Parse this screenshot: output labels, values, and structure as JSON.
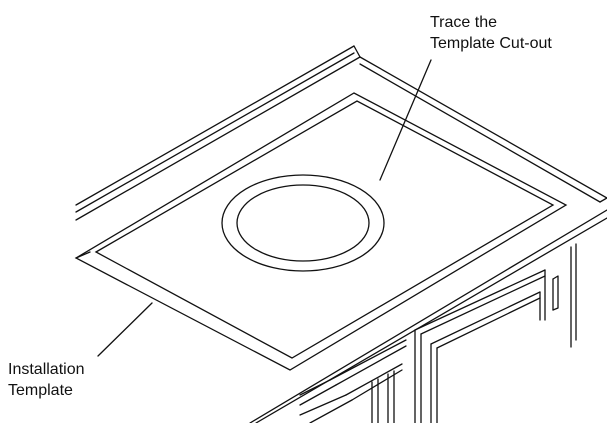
{
  "callouts": {
    "cutout": {
      "line1": "Trace the",
      "line2": "Template Cut-out"
    },
    "template": {
      "line1": "Installation",
      "line2": "Template"
    }
  },
  "colors": {
    "line": "#111111",
    "background": "#ffffff"
  }
}
